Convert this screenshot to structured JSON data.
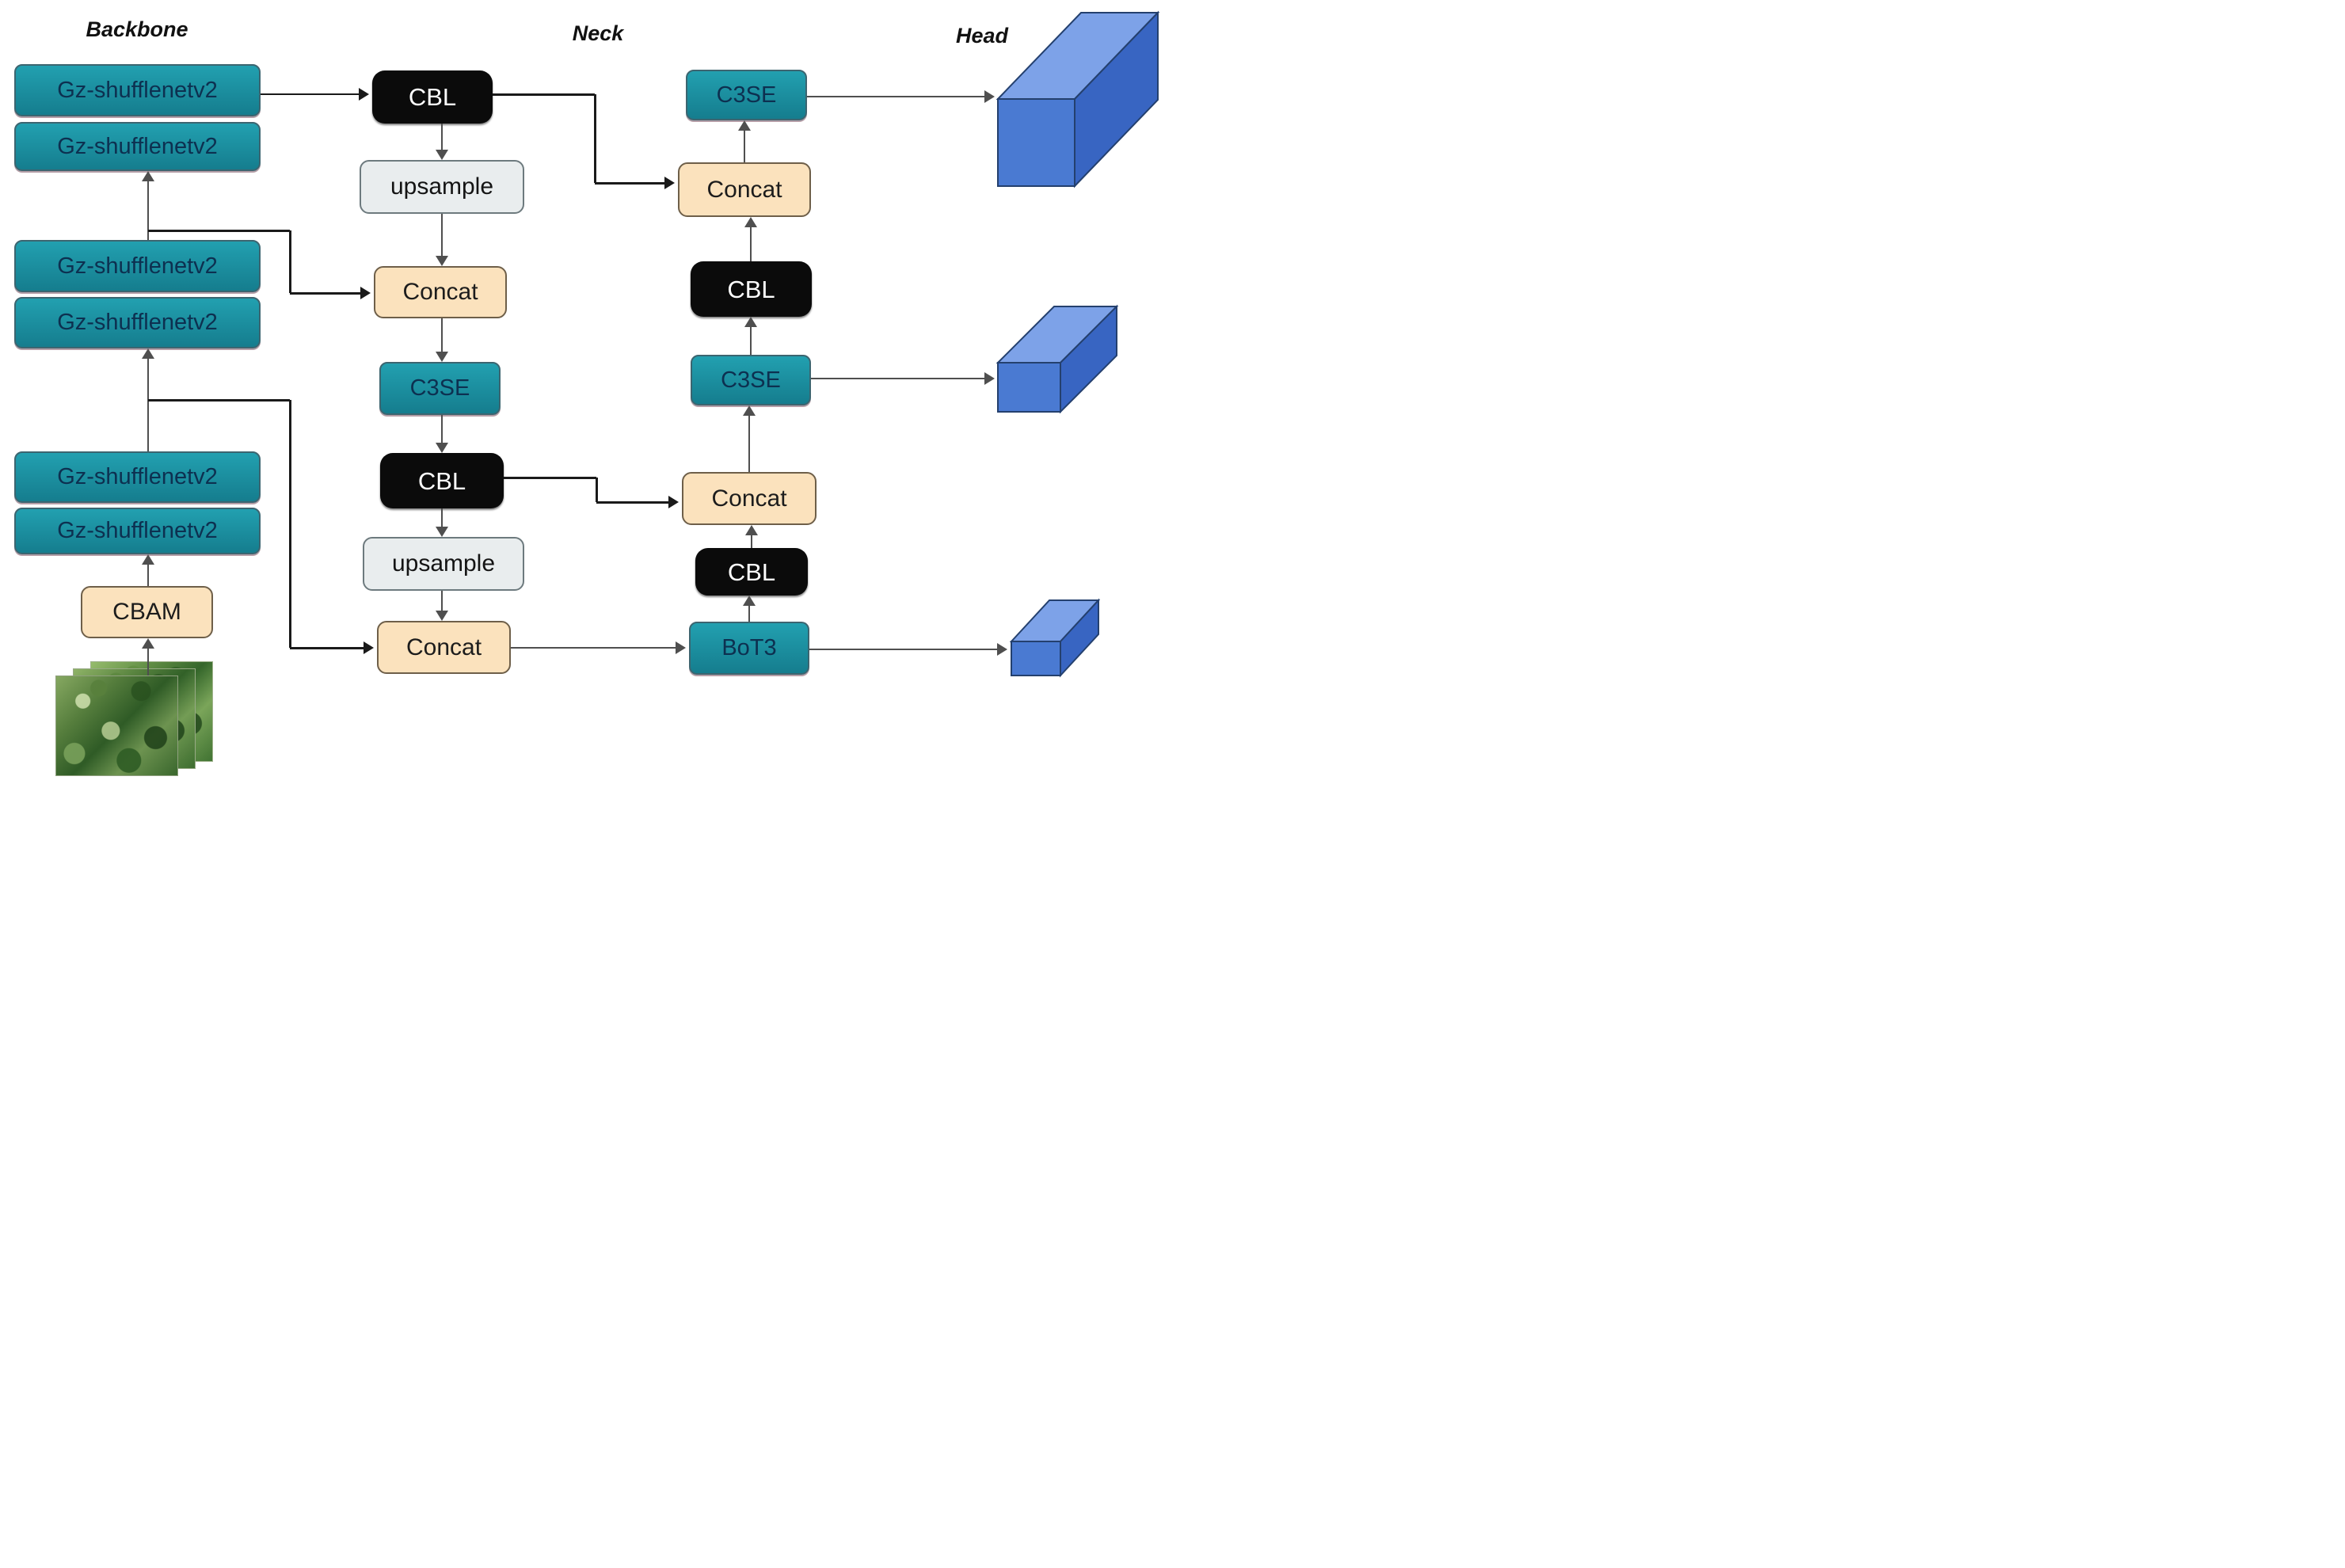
{
  "sections": {
    "backbone": "Backbone",
    "neck": "Neck",
    "head": "Head"
  },
  "backbone": {
    "blocks": [
      "Gz-shufflenetv2",
      "Gz-shufflenetv2",
      "Gz-shufflenetv2",
      "Gz-shufflenetv2",
      "Gz-shufflenetv2",
      "Gz-shufflenetv2"
    ],
    "attention_block": "CBAM",
    "input_image": "stacked-crop-leaf-photos"
  },
  "neck": {
    "left_column": [
      "CBL",
      "upsample",
      "Concat",
      "C3SE",
      "CBL",
      "upsample",
      "Concat"
    ],
    "right_column": [
      "C3SE",
      "Concat",
      "CBL",
      "C3SE",
      "Concat",
      "CBL",
      "BoT3"
    ]
  },
  "head": {
    "outputs": [
      "large-feature-tensor",
      "medium-feature-tensor",
      "small-feature-tensor"
    ]
  },
  "colors": {
    "teal": "#1b93a3",
    "black_block": "#0b0b0b",
    "tan": "#fbe2bd",
    "light_gray": "#e9edee",
    "cuboid_front": "#4a7ad2",
    "cuboid_top": "#7da2e8",
    "cuboid_side": "#3865c2",
    "cuboid_outline": "#24406e",
    "arrow_gray": "#4f4f4f",
    "line_black": "#1a1a1a"
  }
}
